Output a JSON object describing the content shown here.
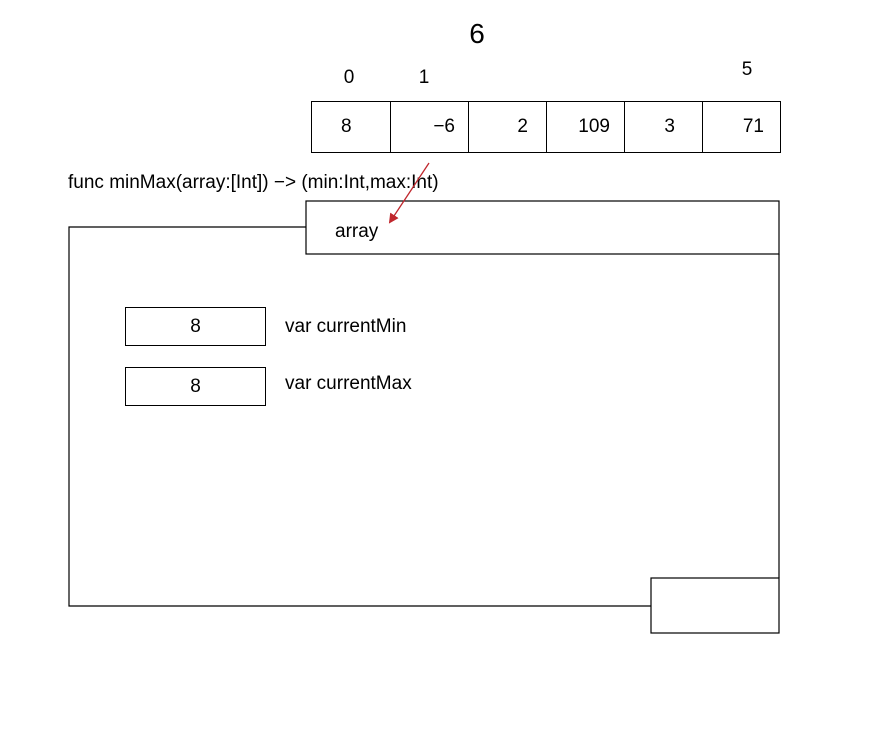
{
  "array": {
    "count": "6",
    "indices": [
      {
        "label": "0",
        "position": 0
      },
      {
        "label": "1",
        "position": 1
      },
      {
        "label": "5",
        "position": 5
      }
    ],
    "values": [
      "8",
      "−6",
      "2",
      "109",
      "3",
      "71"
    ]
  },
  "function": {
    "signature": "func minMax(array:[Int]) −> (min:Int,max:Int)",
    "parameter_label": "array"
  },
  "variables": [
    {
      "value": "8",
      "name": "var currentMin"
    },
    {
      "value": "8",
      "name": "var currentMax"
    }
  ],
  "colors": {
    "line": "#000000",
    "arrow": "#c0272d",
    "background": "#ffffff"
  }
}
